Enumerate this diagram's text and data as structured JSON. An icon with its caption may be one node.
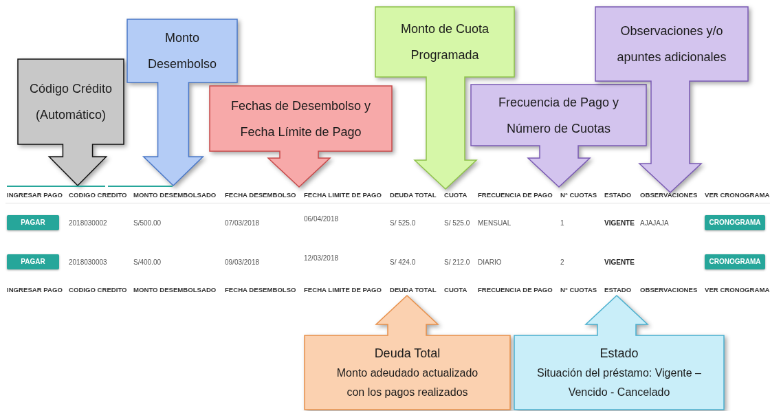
{
  "diagram": {
    "nodes": [
      {
        "text": [
          "Código Crédito (Automático)"
        ]
      },
      {
        "text": [
          "Monto Desembolso"
        ]
      },
      {
        "text": [
          "Fechas de Desembolso y Fecha Límite de Pago"
        ]
      },
      {
        "text": [
          "Monto de Cuota Programada"
        ]
      },
      {
        "text": [
          "Frecuencia de Pago y Número de Cuotas"
        ]
      },
      {
        "text": [
          "Observaciones y/o apuntes adicionales"
        ]
      },
      {
        "text": [
          "Deuda Total",
          "Monto adeudado actualizado con los pagos realizados"
        ]
      },
      {
        "text": [
          "Estado",
          "Situación del préstamo: Vigente – Vencido - Cancelado"
        ]
      }
    ],
    "labels": [
      "INGRESAR PAGO",
      "CODIGO CREDITO",
      "MONTO DESEMBOLSADO",
      "FECHA DESEMBOLSO",
      "FECHA LIMITE DE PAGO",
      "DEUDA TOTAL",
      "CUOTA",
      "FRECUENCIA DE PAGO",
      "N° CUOTAS",
      "ESTADO",
      "OBSERVACIONES",
      "VER CRONOGRAMA",
      "PAGAR",
      "2018030002",
      "S/500.00",
      "07/03/2018",
      "06/04/2018",
      "S/ 525.0",
      "S/ 525.0",
      "MENSUAL",
      "1",
      "VIGENTE",
      "AJAJAJA",
      "CRONOGRAMA",
      "PAGAR",
      "2018030003",
      "S/400.00",
      "09/03/2018",
      "12/03/2018",
      "S/ 424.0",
      "S/ 212.0",
      "DIARIO",
      "2",
      "VIGENTE",
      "CRONOGRAMA",
      "INGRESAR PAGO",
      "CODIGO CREDITO",
      "MONTO DESEMBOLSADO",
      "FECHA DESEMBOLSO",
      "FECHA LIMITE DE PAGO",
      "DEUDA TOTAL",
      "CUOTA",
      "FRECUENCIA DE PAGO",
      "N° CUOTAS",
      "ESTADO",
      "OBSERVACIONES",
      "VER CRONOGRAMA"
    ]
  }
}
